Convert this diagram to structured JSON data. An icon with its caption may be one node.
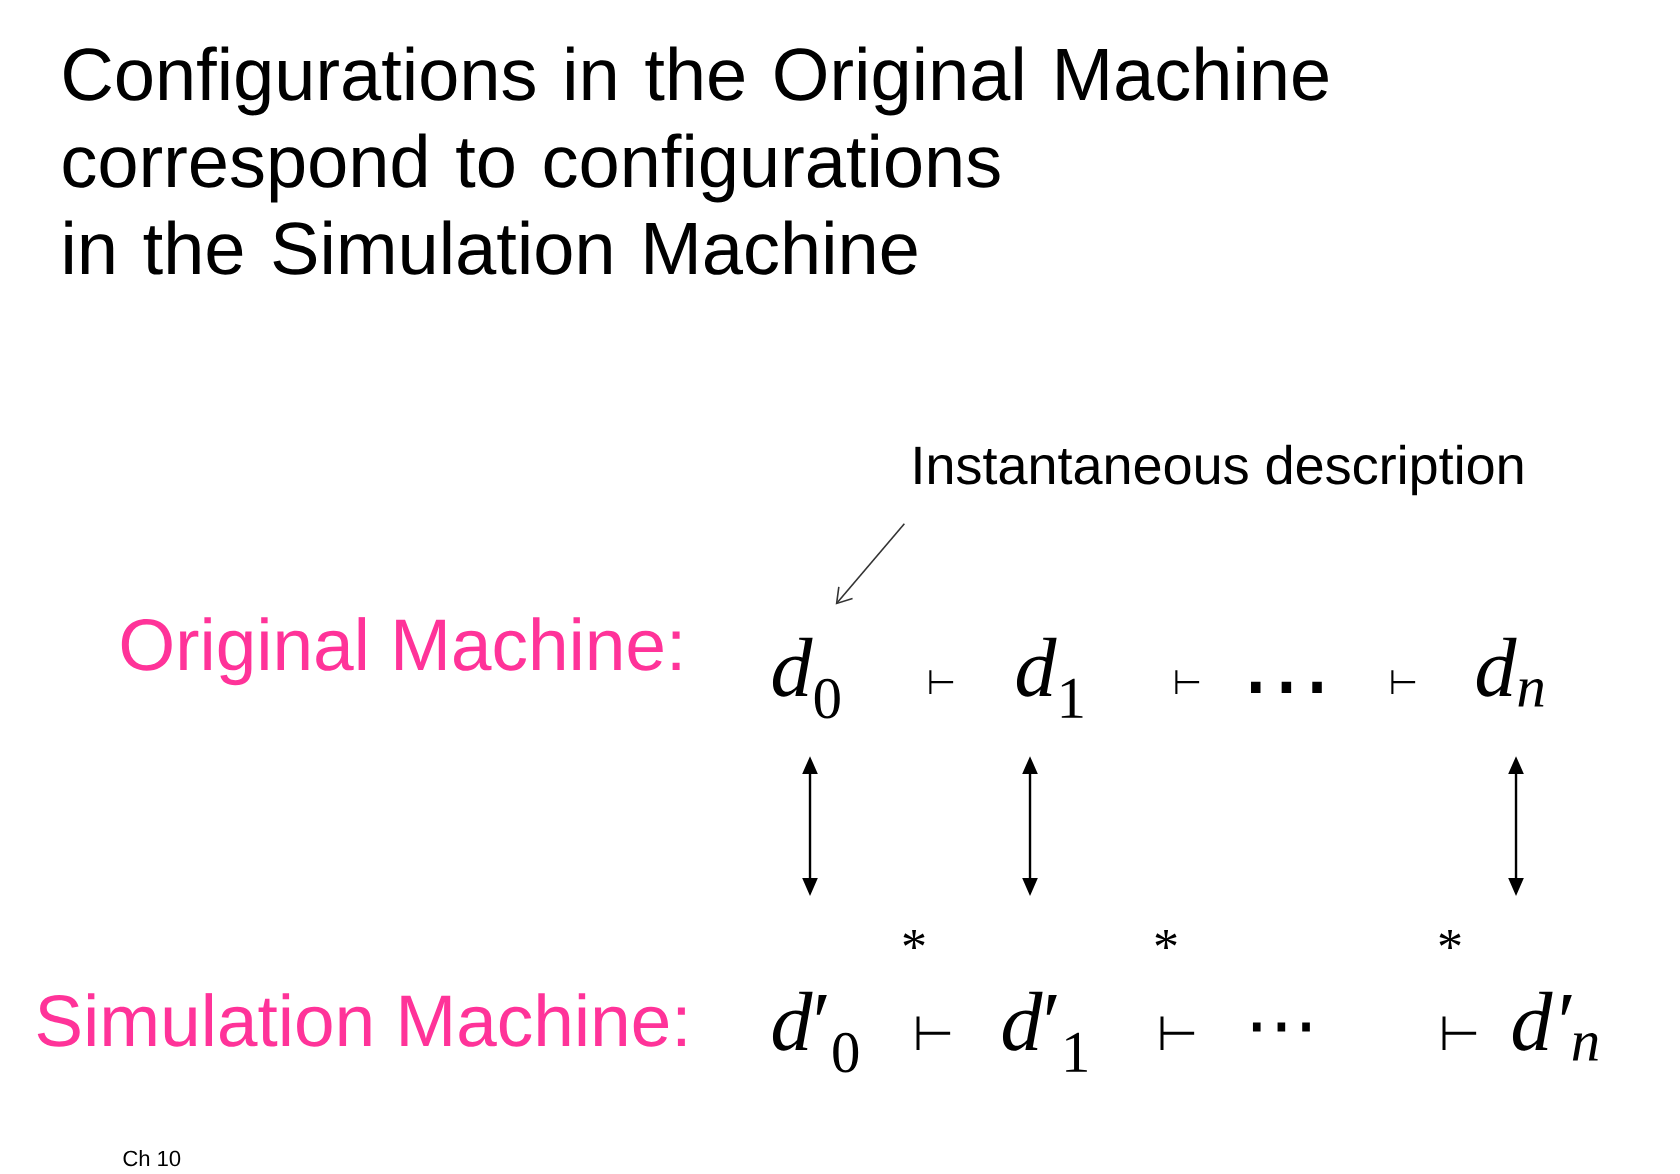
{
  "diagram": {
    "title": "Configurations in the Original Machine correspond to configurations in the Simulation Machine",
    "nodes": [
      {
        "text": [
          "Instantaneous description"
        ]
      },
      {
        "text": [
          "*d*$_{0}$"
        ]
      },
      {
        "text": [
          "*d*$_{1}$"
        ]
      },
      {
        "text": [
          "d$_{n}$"
        ]
      },
      {
        "text": [
          "*d*′$_{0}$"
        ]
      },
      {
        "text": [
          "*d*′$_{1}$"
        ]
      },
      {
        "text": [
          "d′$_{n}$"
        ]
      }
    ],
    "edges": [
      {
        "from": 0,
        "to": 1,
        "arrow": "to"
      },
      {
        "from": 1,
        "to": 4,
        "arrow": "both"
      },
      {
        "from": 2,
        "to": 5,
        "arrow": "both"
      },
      {
        "from": 3,
        "to": 6,
        "arrow": "both"
      }
    ],
    "labels": [
      "Original Machine:",
      "⊢",
      "⊢",
      "⋯",
      "⊢",
      "*",
      "*",
      "*",
      "Simulation Machine:",
      "⊢",
      "⊢",
      "⋯",
      "⊢",
      "Ch 10"
    ]
  }
}
